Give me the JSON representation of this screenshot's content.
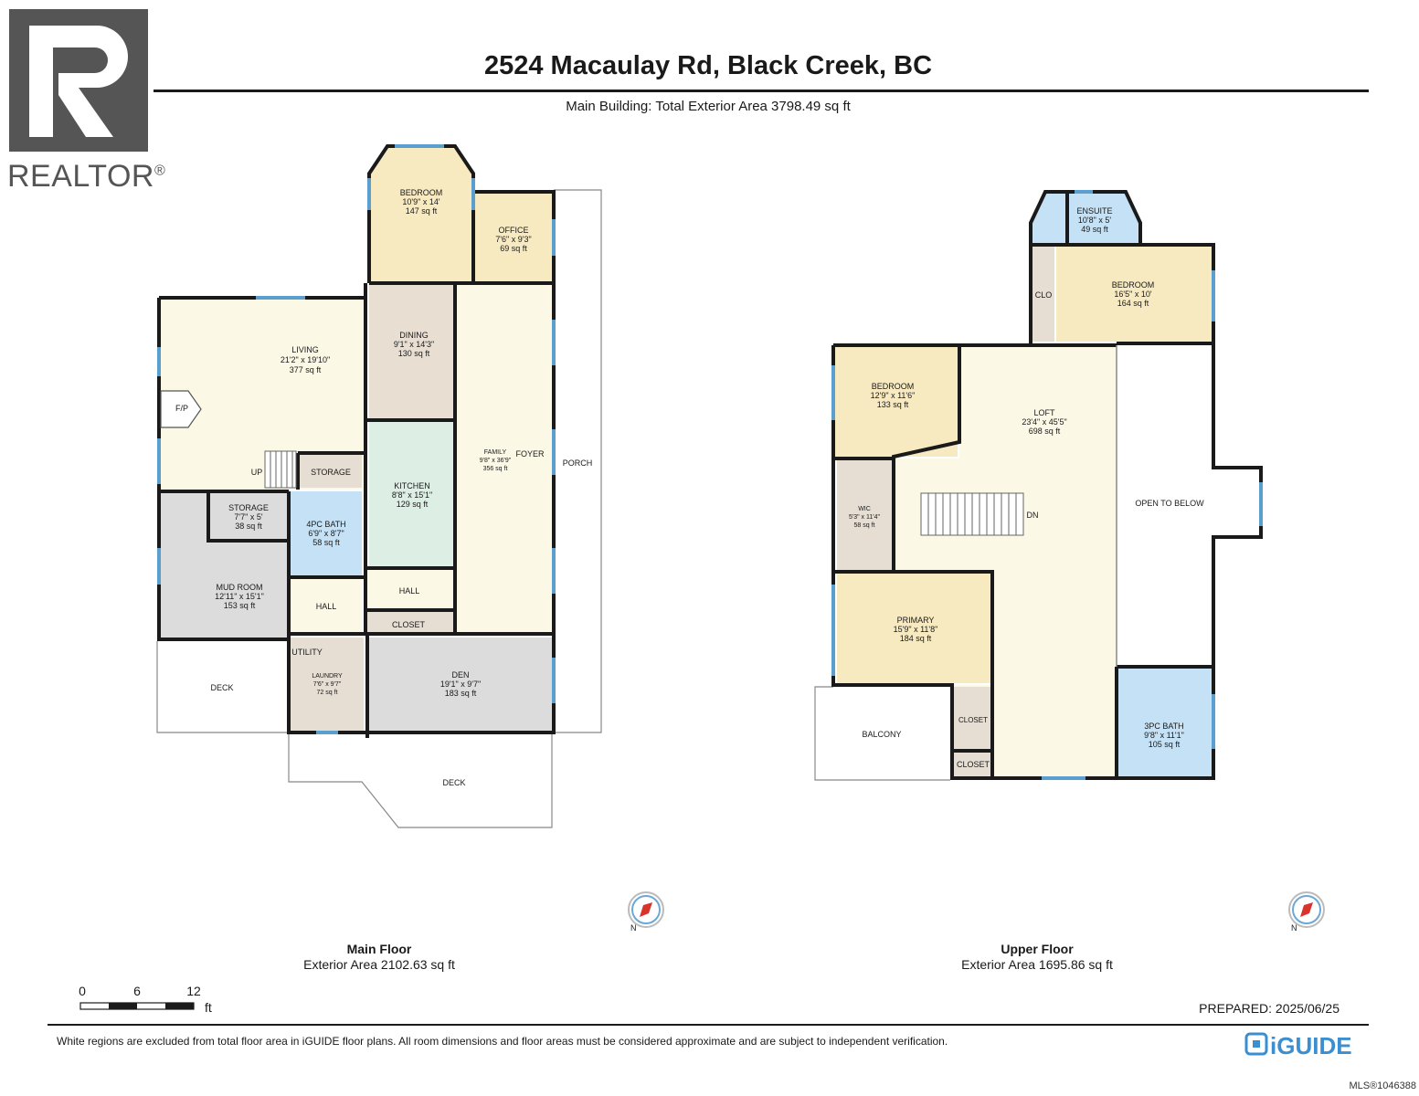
{
  "header": {
    "title": "2524 Macaulay Rd, Black Creek, BC",
    "subtitle": "Main Building: Total Exterior Area 3798.49 sq ft"
  },
  "logo": {
    "text": "REALTOR",
    "mark": "®"
  },
  "colors": {
    "bedroom": "#f7eac1",
    "living": "#fbf8e6",
    "dining": "#e8dfd2",
    "kitchen": "#ddeee5",
    "bath": "#c4e1f5",
    "storage": "#e6ddd3",
    "mudroom": "#dcdcdc",
    "wall": "#1a1a1a",
    "window": "#5b9fcf"
  },
  "main_floor": {
    "name": "Main Floor",
    "area": "Exterior Area 2102.63 sq ft",
    "rooms": {
      "bedroom": {
        "name": "BEDROOM",
        "dims": "10'9\" x 14'",
        "area": "147 sq ft"
      },
      "office": {
        "name": "OFFICE",
        "dims": "7'6\" x 9'3\"",
        "area": "69 sq ft"
      },
      "living": {
        "name": "LIVING",
        "dims": "21'2\" x 19'10\"",
        "area": "377 sq ft"
      },
      "dining": {
        "name": "DINING",
        "dims": "9'1\" x 14'3\"",
        "area": "130 sq ft"
      },
      "family": {
        "name": "FAMILY",
        "dims": "9'8\" x 36'9\"",
        "area": "356 sq ft"
      },
      "kitchen": {
        "name": "KITCHEN",
        "dims": "8'8\" x 15'1\"",
        "area": "129 sq ft"
      },
      "storage_small": {
        "name": "STORAGE",
        "dims": "7'7\" x 5'",
        "area": "38 sq ft"
      },
      "bath4": {
        "name": "4PC BATH",
        "dims": "6'9\" x 8'7\"",
        "area": "58 sq ft"
      },
      "mudroom": {
        "name": "MUD ROOM",
        "dims": "12'11\" x 15'1\"",
        "area": "153 sq ft"
      },
      "laundry": {
        "name": "LAUNDRY",
        "dims": "7'6\" x 9'7\"",
        "area": "72 sq ft"
      },
      "den": {
        "name": "DEN",
        "dims": "19'1\" x 9'7\"",
        "area": "183 sq ft"
      }
    },
    "labels": {
      "fp": "F/P",
      "up": "UP",
      "storage": "STORAGE",
      "hall": "HALL",
      "hall2": "HALL",
      "closet": "CLOSET",
      "utility": "UTILITY",
      "foyer": "FOYER",
      "porch": "PORCH",
      "deck": "DECK",
      "deck2": "DECK"
    }
  },
  "upper_floor": {
    "name": "Upper Floor",
    "area": "Exterior Area 1695.86 sq ft",
    "rooms": {
      "ensuite": {
        "name": "ENSUITE",
        "dims": "10'8\" x 5'",
        "area": "49 sq ft"
      },
      "bedroom_top": {
        "name": "BEDROOM",
        "dims": "16'5\" x 10'",
        "area": "164 sq ft"
      },
      "bedroom_left": {
        "name": "BEDROOM",
        "dims": "12'9\" x 11'6\"",
        "area": "133 sq ft"
      },
      "loft": {
        "name": "LOFT",
        "dims": "23'4\" x 45'5\"",
        "area": "698 sq ft"
      },
      "wic": {
        "name": "WIC",
        "dims": "5'3\" x 11'4\"",
        "area": "58 sq ft"
      },
      "primary": {
        "name": "PRIMARY",
        "dims": "15'9\" x 11'8\"",
        "area": "184 sq ft"
      },
      "bath3": {
        "name": "3PC BATH",
        "dims": "9'8\" x 11'1\"",
        "area": "105 sq ft"
      }
    },
    "labels": {
      "clo": "CLO",
      "dn": "DN",
      "open": "OPEN TO BELOW",
      "balcony": "BALCONY",
      "closet1": "CLOSET",
      "closet2": "CLOSET"
    }
  },
  "compass": {
    "label": "N"
  },
  "scale": {
    "ticks": [
      "0",
      "6",
      "12"
    ],
    "unit": "ft"
  },
  "prepared": "PREPARED: 2025/06/25",
  "disclaimer": "White regions are excluded from total floor area in iGUIDE floor plans. All room dimensions and floor areas must be considered approximate and are subject to independent verification.",
  "brand": {
    "name": "iGUIDE"
  },
  "mls": "MLS®1046388"
}
